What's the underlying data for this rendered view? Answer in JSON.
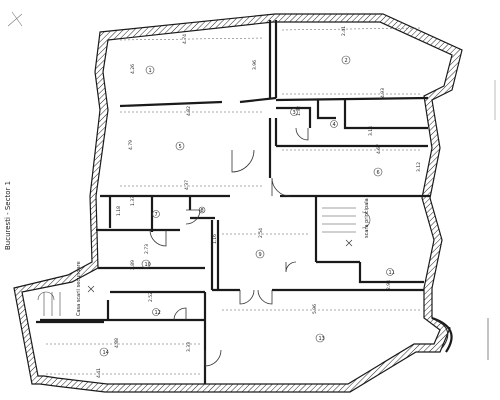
{
  "side_label": "Bucuresti - Sector 1",
  "dims": {
    "d1": "4.74",
    "d2": "2.41",
    "d3": "4.82",
    "d4": "4.93",
    "d5": "3.14",
    "d6": "4.67",
    "d7": "1.32",
    "d8": "4.37",
    "d9": "1.33",
    "d10": "2.73",
    "d11": "2.54",
    "d12": "2.94",
    "d13": "5.96",
    "d14": "2.52",
    "d15": "4.88",
    "d16": "4.41",
    "v1": "4.26",
    "v2": "3.96",
    "v3": "4.79",
    "v4": "3.12",
    "v5": "1.18",
    "v6": "1.16",
    "v7": "2.89",
    "v8": "3.33"
  },
  "room_nums": [
    "1",
    "2",
    "3",
    "4",
    "5",
    "6",
    "7",
    "8",
    "9",
    "10",
    "11",
    "12",
    "13",
    "14"
  ],
  "stairs": {
    "main": "scara principala",
    "secondary": "Casa scarii secundare"
  }
}
